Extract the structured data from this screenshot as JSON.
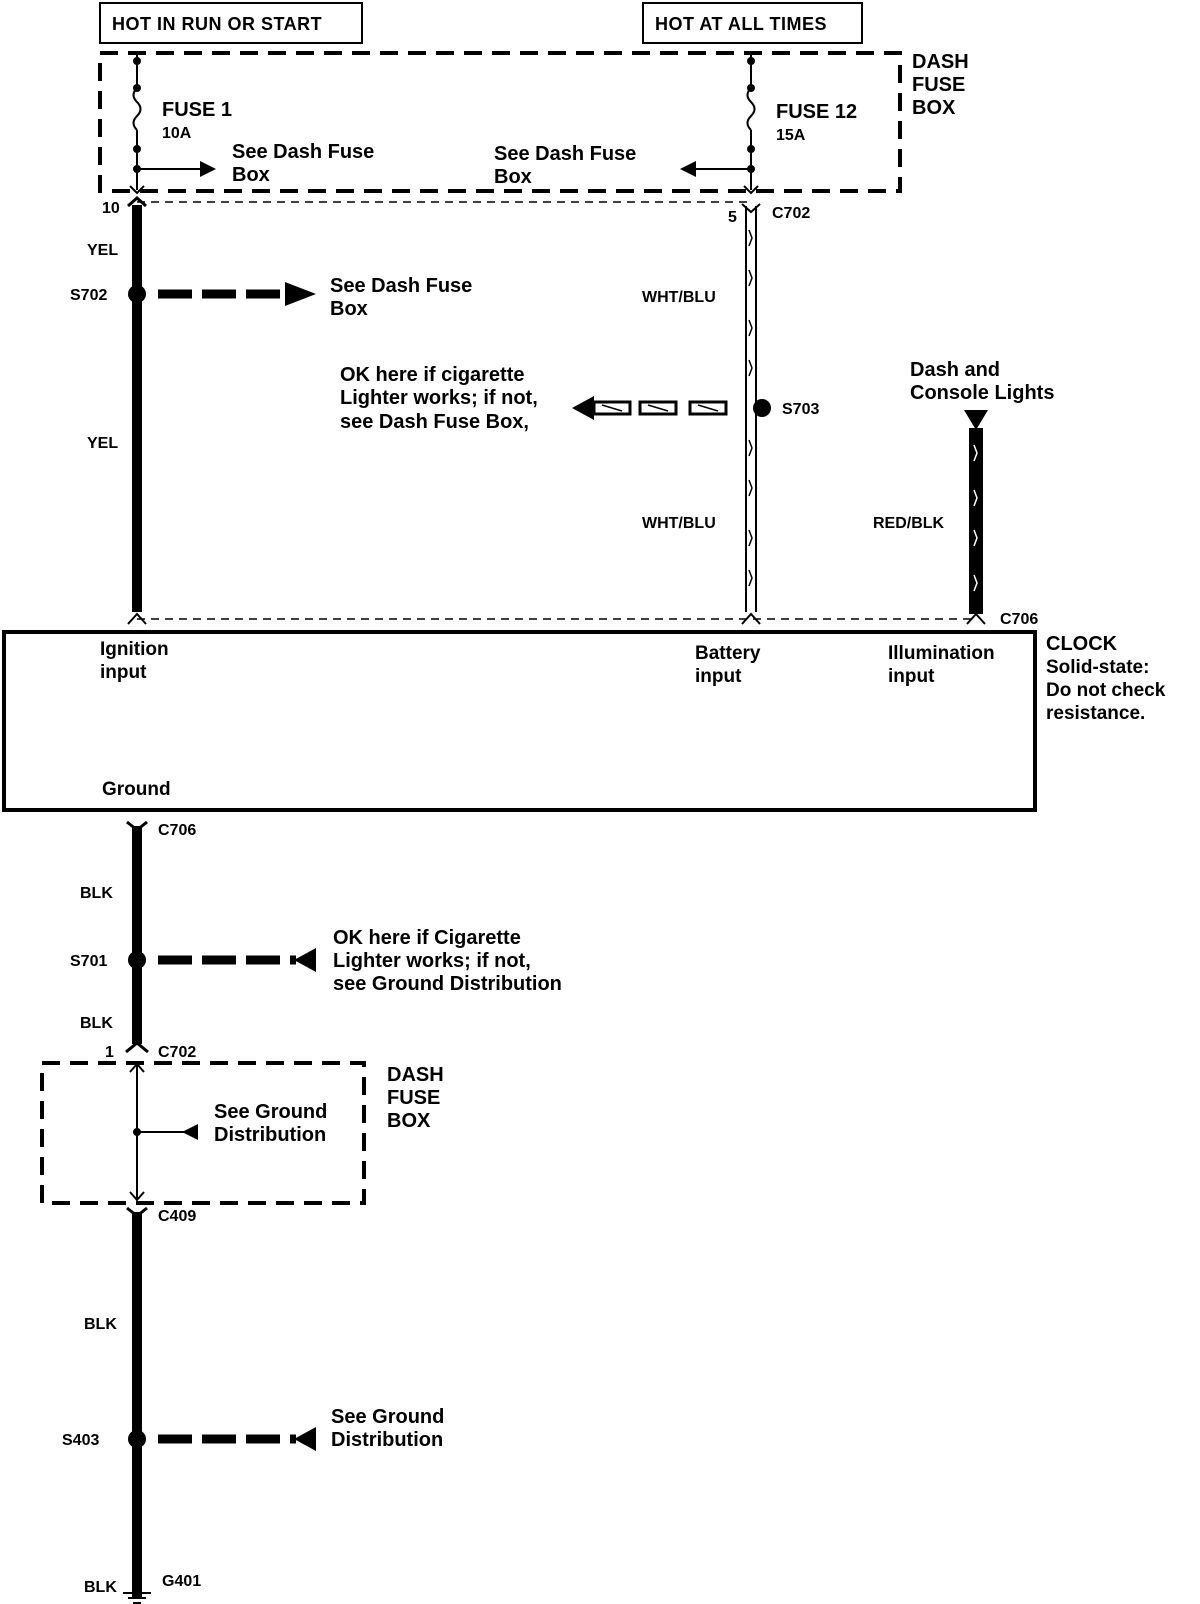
{
  "power_sources": {
    "left_title": "HOT IN RUN OR START",
    "right_title": "HOT AT ALL TIMES"
  },
  "dash_fuse_box_top": {
    "label": [
      "DASH",
      "FUSE",
      "BOX"
    ]
  },
  "fuse1": {
    "name": "FUSE 1",
    "rating": "10A",
    "see": [
      "See Dash Fuse",
      "Box"
    ]
  },
  "fuse12": {
    "name": "FUSE 12",
    "rating": "15A",
    "see": [
      "See Dash Fuse",
      "Box"
    ]
  },
  "connectors": {
    "c702_top": "C702",
    "c702_pin_left": "10",
    "c702_pin_right": "5",
    "c706_top": "C706",
    "c706_bottom": "C706",
    "c702_bottom": "C702",
    "c702_bottom_pin": "1",
    "c409": "C409",
    "g401": "G401"
  },
  "wires": {
    "yel_1": "YEL",
    "yel_2": "YEL",
    "whtblu_1": "WHT/BLU",
    "whtblu_2": "WHT/BLU",
    "redblk": "RED/BLK",
    "blk_1": "BLK",
    "blk_2": "BLK",
    "blk_3": "BLK",
    "blk_4": "BLK"
  },
  "splices": {
    "s702": {
      "id": "S702",
      "note": [
        "See Dash Fuse",
        "Box"
      ]
    },
    "s703": {
      "id": "S703",
      "note": [
        "OK here if cigarette",
        "Lighter works; if not,",
        "see Dash Fuse Box,"
      ]
    },
    "s701": {
      "id": "S701",
      "note": [
        "OK here if Cigarette",
        "Lighter works; if not,",
        "see Ground Distribution"
      ]
    },
    "s403": {
      "id": "S403",
      "note": [
        "See Ground",
        "Distribution"
      ]
    }
  },
  "dash_lights": [
    "Dash and",
    "Console Lights"
  ],
  "clock": {
    "ignition": [
      "Ignition",
      "input"
    ],
    "battery": [
      "Battery",
      "input"
    ],
    "illumination": [
      "Illumination",
      "input"
    ],
    "ground": "Ground",
    "title": "CLOCK",
    "note": [
      "Solid-state:",
      "Do not check",
      "resistance."
    ]
  },
  "dash_fuse_box_bottom": {
    "label": [
      "DASH",
      "FUSE",
      "BOX"
    ],
    "see": [
      "See Ground",
      "Distribution"
    ]
  }
}
